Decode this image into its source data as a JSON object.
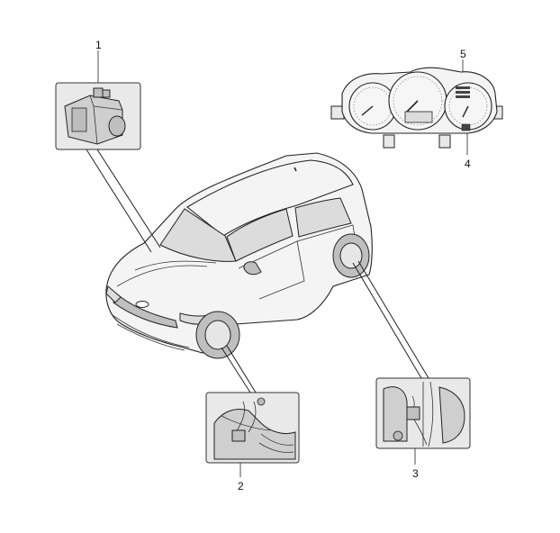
{
  "callouts": {
    "c1": "1",
    "c2": "2",
    "c3": "3",
    "c4": "4",
    "c5": "5"
  },
  "colors": {
    "panel_fill": "#e9e9e9",
    "line": "#222222",
    "background": "#ffffff"
  }
}
